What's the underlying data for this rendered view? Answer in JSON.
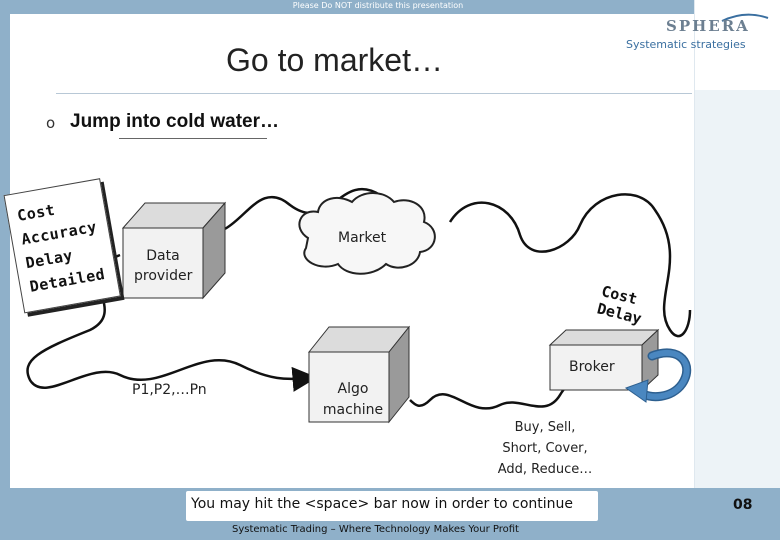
{
  "header": {
    "notice": "Please Do NOT distribute this presentation",
    "logo": "SPHERA",
    "tagline": "Systematic strategies"
  },
  "slide": {
    "title": "Go to market…",
    "bullet_marker": "o",
    "bullet_text": "Jump into cold water…"
  },
  "diagram": {
    "sticky_note": [
      "Cost",
      "Accuracy",
      "Delay",
      "Detailed"
    ],
    "data_provider_label": [
      "Data",
      "provider"
    ],
    "market_label": "Market",
    "broker_note": [
      "Cost",
      "Delay"
    ],
    "broker_label": "Broker",
    "prices_label": "P1,P2,…Pn",
    "algo_label": [
      "Algo",
      "machine"
    ],
    "orders_label": [
      "Buy, Sell,",
      "Short, Cover,",
      "Add, Reduce…"
    ]
  },
  "footer": {
    "continue_text": "You may hit the <space> bar now in order to continue",
    "footer_text": "Systematic Trading – Where Technology Makes Your Profit",
    "page_number": "08"
  },
  "colors": {
    "frame": "#8fb0c9",
    "cube_front": "#f2f2f2",
    "cube_top": "#dcdcdc",
    "cube_side": "#9a9a9a",
    "arrow_blue": "#4a87c0"
  },
  "icons": {
    "loop_arrow": "circular-arrow-icon"
  }
}
